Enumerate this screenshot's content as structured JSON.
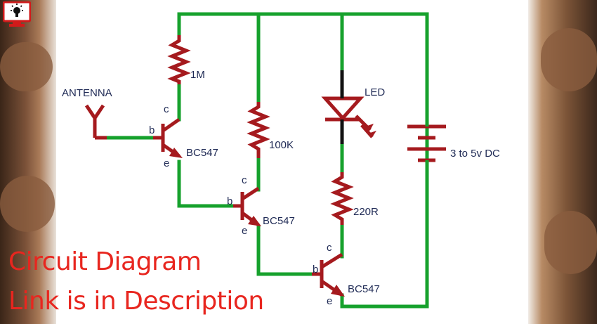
{
  "diagram": {
    "labels": {
      "antenna": "ANTENNA",
      "r1": "1M",
      "r2": "100K",
      "r3": "220R",
      "led": "LED",
      "battery": "3 to 5v DC",
      "q1": "BC547",
      "q2": "BC547",
      "q3": "BC547",
      "q1_c": "c",
      "q1_b": "b",
      "q1_e": "e",
      "q2_c": "c",
      "q2_b": "b",
      "q2_e": "e",
      "q3_c": "c",
      "q3_b": "b",
      "q3_e": "e"
    },
    "colors": {
      "wire": "#16a12c",
      "component": "#a51a1e",
      "led_lead": "#111111",
      "text": "#1f2a55",
      "caption": "#e8261f"
    }
  },
  "caption": {
    "line1": "Circuit Diagram",
    "line2": "Link is in Description"
  },
  "logo": {
    "icon": "monitor-lightbulb-icon"
  }
}
